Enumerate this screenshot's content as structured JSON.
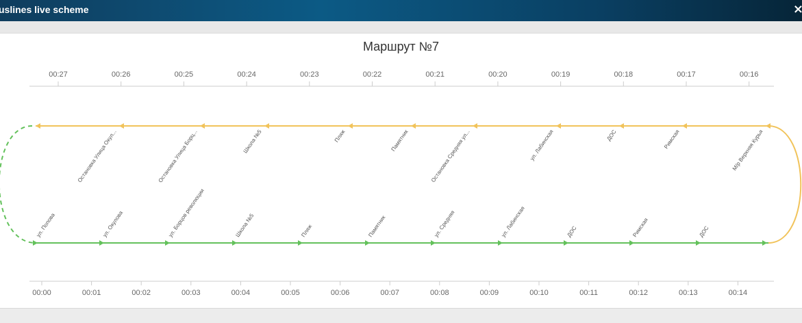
{
  "window": {
    "title": "uslines live scheme",
    "close_glyph": "×"
  },
  "route_title": "Маршрут №7",
  "colors": {
    "return_line": "#f1c35a",
    "forward_line": "#63c15b",
    "depot_dashed": "#63c15b",
    "axis": "#cccccc"
  },
  "top_axis": {
    "ticks": [
      "00:27",
      "00:26",
      "00:25",
      "00:24",
      "00:23",
      "00:22",
      "00:21",
      "00:20",
      "00:19",
      "00:18",
      "00:17",
      "00:16"
    ]
  },
  "bottom_axis": {
    "ticks": [
      "00:00",
      "00:01",
      "00:02",
      "00:03",
      "00:04",
      "00:05",
      "00:06",
      "00:07",
      "00:08",
      "00:09",
      "00:10",
      "00:11",
      "00:12",
      "00:13",
      "00:14"
    ]
  },
  "return_stops": [
    "Остановка Улица Окул...",
    "Остановка Улица Борц...",
    "Школа №5",
    "Пляж",
    "Памятник",
    "Остановка Средняя ул...",
    "ул. Лабинская",
    "ДОС",
    "Римская",
    "М/р Верхняя Курья"
  ],
  "forward_stops": [
    "ул. Попова",
    "ул. Окулова",
    "ул. Борцов революции",
    "Школа №5",
    "Пляж",
    "Памятник",
    "ул. Средняя",
    "ул. Лабинская",
    "ДОС",
    "Римская",
    "ДОС"
  ]
}
